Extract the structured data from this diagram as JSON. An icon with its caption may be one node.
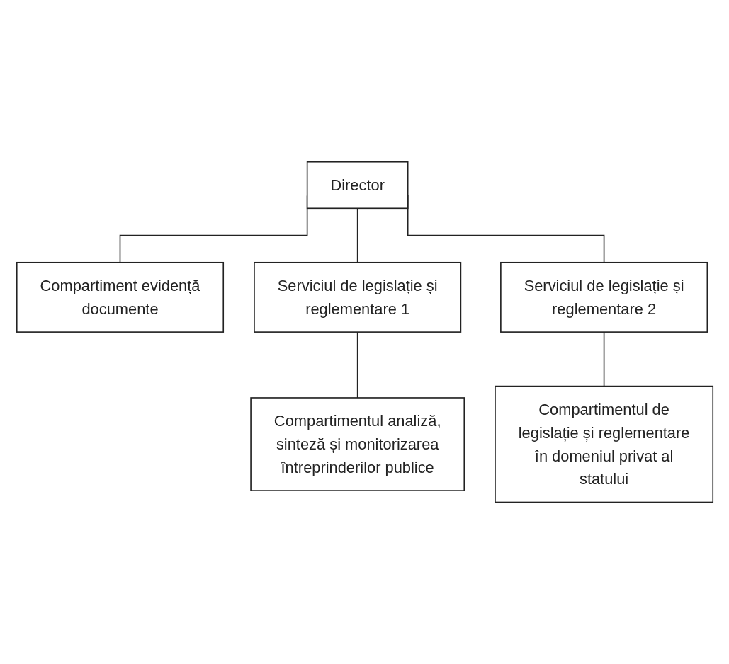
{
  "diagram": {
    "nodes": [
      {
        "text": [
          "Director"
        ]
      },
      {
        "text": [
          "Compartiment evidență documente"
        ]
      },
      {
        "text": [
          "Serviciul de legislație și reglementare 1"
        ]
      },
      {
        "text": [
          "Serviciul de legislație și reglementare 2"
        ]
      },
      {
        "text": [
          "Compartimentul analiză, sinteză și monitorizarea întreprinderilor publice"
        ]
      },
      {
        "text": [
          "Compartimentul de legislație și reglementare în domeniul privat al statului"
        ]
      }
    ],
    "edges": [
      {
        "from": 0,
        "to": 1,
        "arrow": "none"
      },
      {
        "from": 0,
        "to": 2,
        "arrow": "none"
      },
      {
        "from": 0,
        "to": 3,
        "arrow": "none"
      },
      {
        "from": 2,
        "to": 4,
        "arrow": "none"
      },
      {
        "from": 3,
        "to": 5,
        "arrow": "none"
      }
    ]
  }
}
